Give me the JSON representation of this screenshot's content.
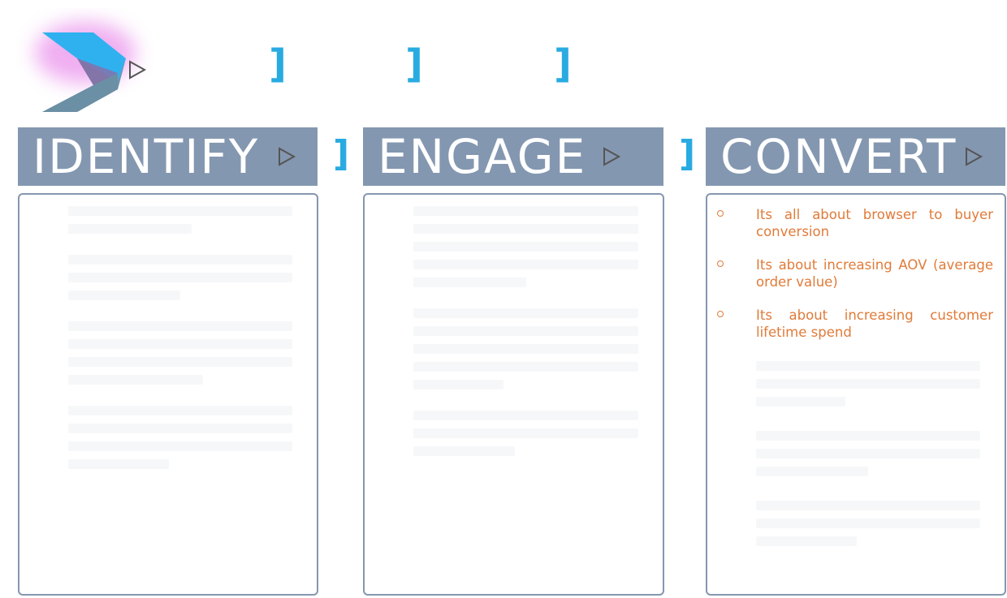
{
  "columns": [
    {
      "title": "IDENTIFY",
      "bullets": []
    },
    {
      "title": "ENGAGE",
      "bullets": []
    },
    {
      "title": "CONVERT",
      "bullets": [
        "Its all about browser to buyer conversion",
        "Its about increasing AOV (average order value)",
        "Its about increasing customer lifetime spend"
      ]
    }
  ],
  "colors": {
    "header_bg": "#8497b0",
    "header_text": "#ffffff",
    "bracket": "#29abe2",
    "bullet_text": "#e07b39",
    "panel_border": "#8497b0"
  },
  "icons": {
    "logo": "chevron-logo",
    "header_marker": "play-triangle-outline",
    "separator": "bracket",
    "bullet": "hollow-circle"
  }
}
